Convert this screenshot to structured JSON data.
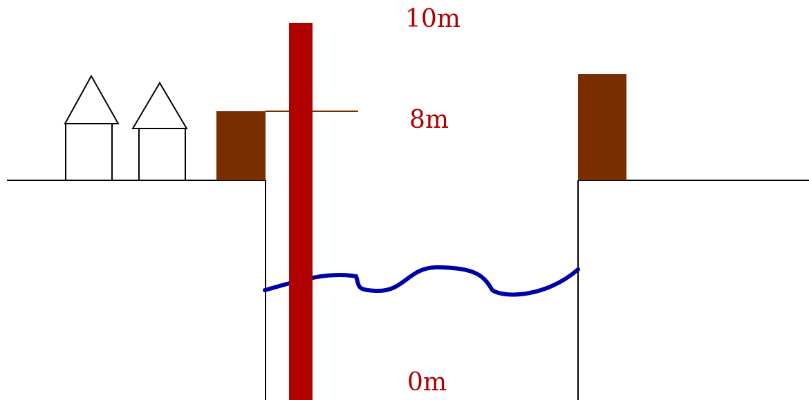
{
  "levels": {
    "top_label": "10m",
    "flood_label": "8m",
    "bottom_label": "0m"
  },
  "colors": {
    "gauge": "#b00000",
    "dike": "#7a2e00",
    "water": "#0000a8",
    "outline": "#000000",
    "flood_line": "#7a2e00",
    "label": "#b00000"
  }
}
